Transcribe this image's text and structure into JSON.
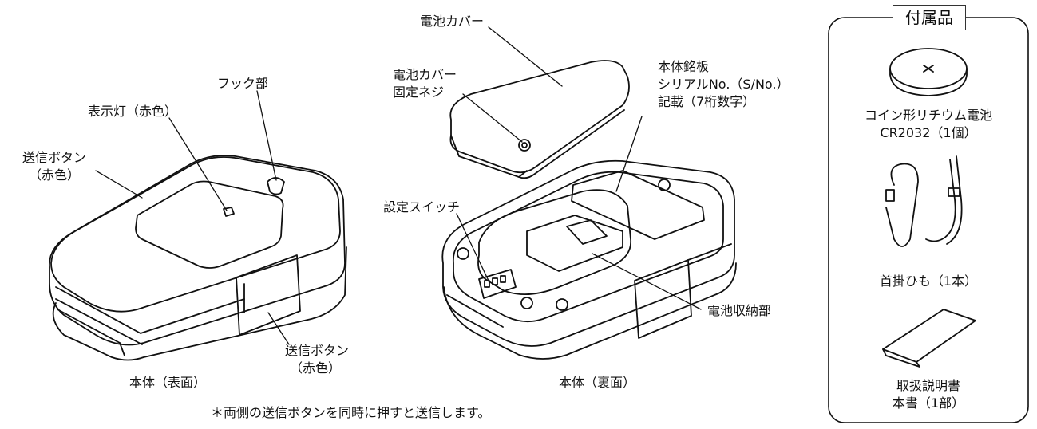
{
  "labels": {
    "hook": "フック部",
    "indicator": "表示灯（赤色）",
    "send_button_left_1": "送信ボタン",
    "send_button_left_2": "（赤色）",
    "send_button_right_1": "送信ボタン",
    "send_button_right_2": "（赤色）",
    "front_caption": "本体（表面）",
    "battery_cover": "電池カバー",
    "cover_screw_1": "電池カバー",
    "cover_screw_2": "固定ネジ",
    "nameplate_1": "本体銘板",
    "nameplate_2": "シリアルNo.（S/No.）",
    "nameplate_3": "記載（7桁数字）",
    "setting_switch": "設定スイッチ",
    "battery_compartment": "電池収納部",
    "back_caption": "本体（裏面）",
    "footnote": "＊両側の送信ボタンを同時に押すと送信します。"
  },
  "accessories": {
    "title": "付属品",
    "coin_battery_1": "コイン形リチウム電池",
    "coin_battery_2": "CR2032（1個）",
    "strap": "首掛ひも（1本）",
    "manual_1": "取扱説明書",
    "manual_2": "本書（1部）"
  }
}
